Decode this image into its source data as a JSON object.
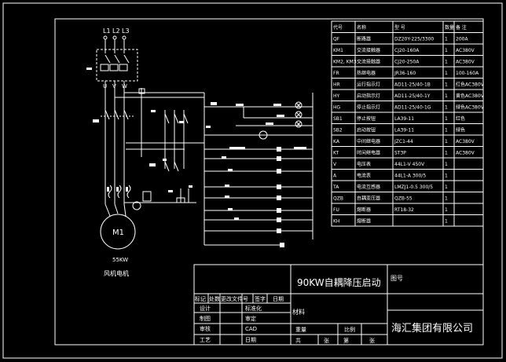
{
  "supply": {
    "phases": [
      "L1",
      "L2",
      "L3"
    ],
    "uvw": [
      "U",
      "V",
      "W"
    ]
  },
  "motor": {
    "symbol": "M1",
    "power": "55KW",
    "name": "风机电机"
  },
  "bom": {
    "headers": [
      "代号",
      "名称",
      "型 号",
      "数量",
      "备 注"
    ],
    "rows": [
      [
        "QF",
        "断路器",
        "DZ20Y-225/3300",
        "1",
        "200A"
      ],
      [
        "KM1",
        "交流接触器",
        "CJ20-160A",
        "1",
        "AC380V"
      ],
      [
        "KM2, KM3",
        "交流接触器",
        "CJ20-250A",
        "1",
        "AC380V"
      ],
      [
        "FR",
        "热继电器",
        "JR36-160",
        "1",
        "100-160A"
      ],
      [
        "HR",
        "运行指示灯",
        "AD11-25/40-1B",
        "1",
        "红色AC380V"
      ],
      [
        "HY",
        "启动指示灯",
        "AD11-25/40-1Y",
        "1",
        "黄色AC380V"
      ],
      [
        "HG",
        "停止指示灯",
        "AD11-25/40-1G",
        "1",
        "绿色AC380V"
      ],
      [
        "SB1",
        "停止按钮",
        "LA39-11",
        "1",
        "红色"
      ],
      [
        "SB2",
        "启动按钮",
        "LA39-11",
        "1",
        "绿色"
      ],
      [
        "KA",
        "中间继电器",
        "JZC1-44",
        "1",
        "AC380V"
      ],
      [
        "KT",
        "时间继电器",
        "ST3P",
        "1",
        "AC380V"
      ],
      [
        "V",
        "电压表",
        "44L1-V 450V",
        "1",
        ""
      ],
      [
        "A",
        "电流表",
        "44L1-A 300/5",
        "1",
        ""
      ],
      [
        "TA",
        "电流互感器",
        "LMZJ1-0.5 300/5",
        "1",
        ""
      ],
      [
        "QZB",
        "自耦变压器",
        "QZB-55",
        "1",
        ""
      ],
      [
        "FU",
        "熔断器",
        "RT18-32",
        "1",
        ""
      ],
      [
        "KH",
        "熔断器",
        "",
        "1",
        ""
      ]
    ]
  },
  "title_block": {
    "title": "90KW自耦降压启动",
    "drawing_no_label": "图号",
    "company": "海汇集团有限公司",
    "material_label": "材料",
    "weight_label": "重量",
    "scale_label": "比例",
    "sheet_total_label": "共",
    "sheet_unit_a": "张",
    "sheet_no_label": "第",
    "sheet_unit_b": "张",
    "rev_headers": [
      "标记",
      "处数",
      "更改文件号",
      "签字",
      "日期"
    ],
    "rows": [
      [
        "设计",
        "",
        "标准化"
      ],
      [
        "制图",
        "",
        "审定"
      ],
      [
        "审核",
        "",
        "CAD"
      ],
      [
        "工艺",
        "",
        "日期"
      ]
    ]
  }
}
